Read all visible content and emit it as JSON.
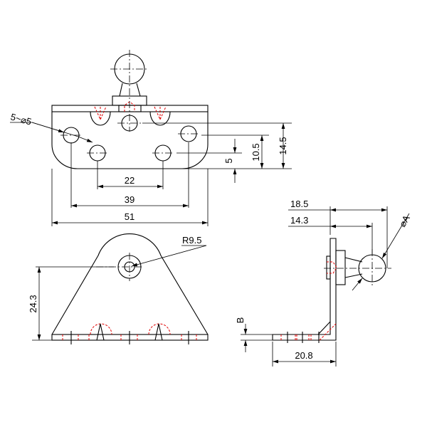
{
  "top_view": {
    "hole_callout": "5~⌀5",
    "dim_hole_spacing_inner": "22",
    "dim_hole_spacing_outer": "39",
    "dim_width": "51",
    "dim_height_top_hole": "14.5",
    "dim_height_outer_holes": "10.5",
    "dim_height_inner_holes": "5"
  },
  "front_view": {
    "dim_radius": "R9.5",
    "dim_height": "24.3"
  },
  "side_view": {
    "dim_ball_offset": "18.5",
    "dim_stud_offset": "14.3",
    "dim_ball_diameter": "⌀A",
    "dim_thickness": "B",
    "dim_depth": "20.8"
  },
  "colors": {
    "line": "#000000",
    "hidden": "#e00000"
  }
}
